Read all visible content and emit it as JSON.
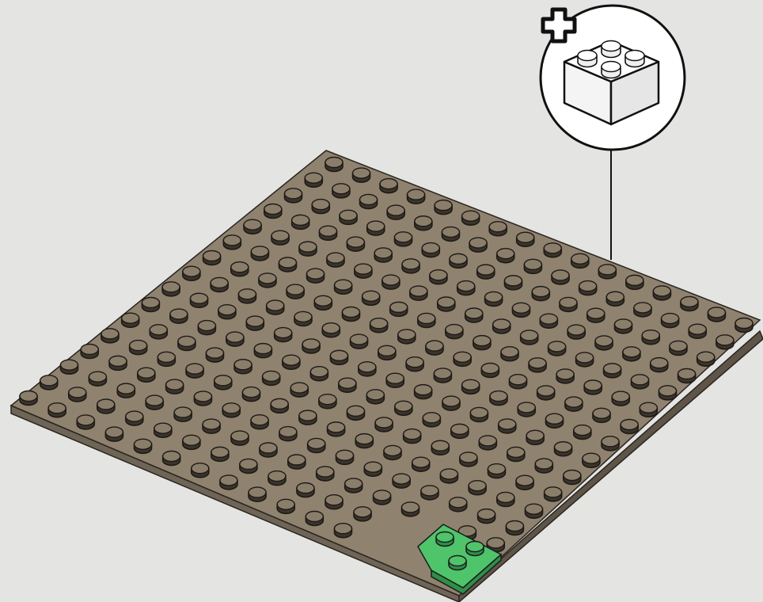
{
  "baseplate": {
    "rows": 16,
    "cols": 16,
    "color": "#8f826f",
    "stud_color": "#8a7e6b",
    "stud_outline": "#1e1a15"
  },
  "green_piece": {
    "color": "#4fc46b",
    "stud_count": 3,
    "shape": "wedge-plate"
  },
  "callout": {
    "icon": "plus-icon",
    "brick": "lego-brick-2x2-icon",
    "brick_color": "#ffffff"
  },
  "background_color": "#e4e4e3"
}
